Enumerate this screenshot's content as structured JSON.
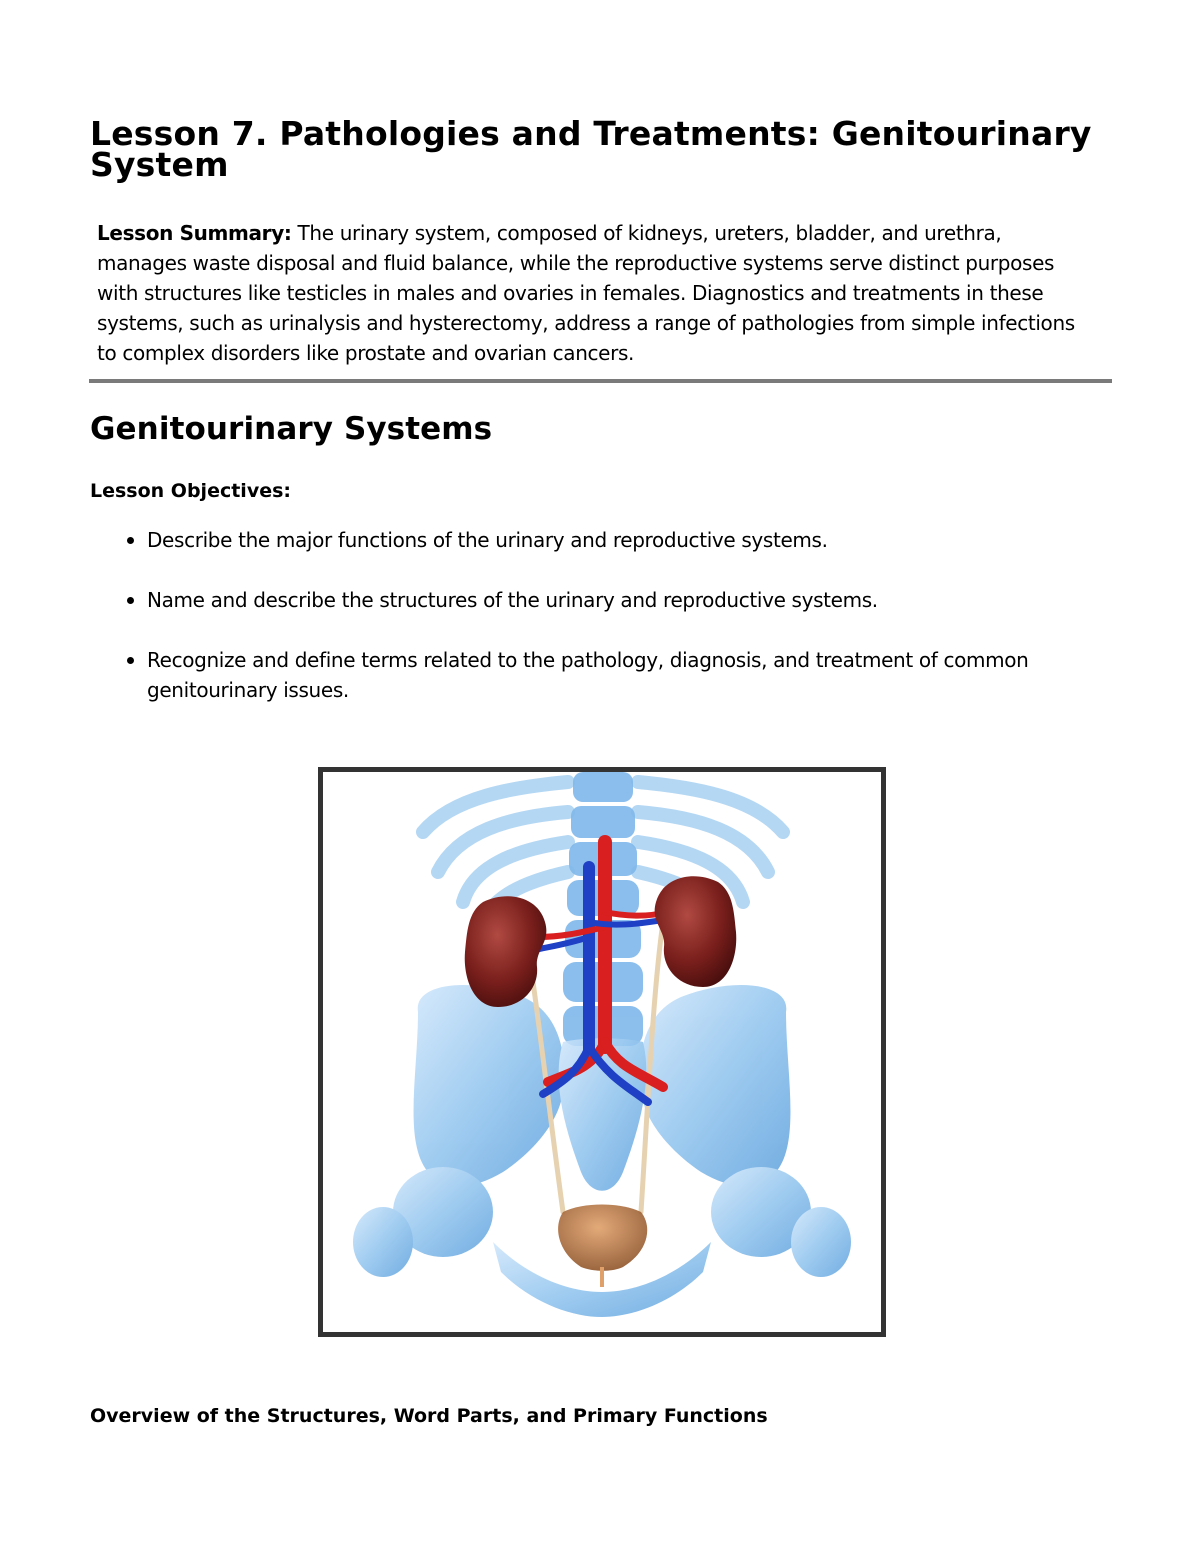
{
  "lesson_title": "Lesson 7. Pathologies and Treatments: Genitourinary System",
  "summary": {
    "label": "Lesson Summary:",
    "text": " The urinary system, composed of kidneys, ureters, bladder, and urethra, manages waste disposal and fluid balance, while the reproductive systems serve distinct purposes with structures like testicles in males and ovaries in females. Diagnostics and treatments in these systems, such as urinalysis and hysterectomy, address a range of pathologies from simple infections to complex disorders like prostate and ovarian cancers."
  },
  "section_title": "Genitourinary Systems",
  "objectives": {
    "label": "Lesson Objectives:",
    "items": [
      "Describe the major functions of the urinary and reproductive systems.",
      "Name and describe the structures of the urinary and reproductive systems.",
      "Recognize and define terms related to the pathology, diagnosis, and treatment of common genitourinary issues."
    ]
  },
  "figure": {
    "icon": "urinary-system-illustration",
    "colors": {
      "bone": "#8fc3ee",
      "kidney": "#7a1f1c",
      "artery": "#d91f1f",
      "vein": "#1f3fc4",
      "ureter": "#e6d2b0",
      "bladder": "#b8753a",
      "frame": "#333333"
    }
  },
  "overview_heading": "Overview of the Structures, Word Parts, and Primary Functions"
}
